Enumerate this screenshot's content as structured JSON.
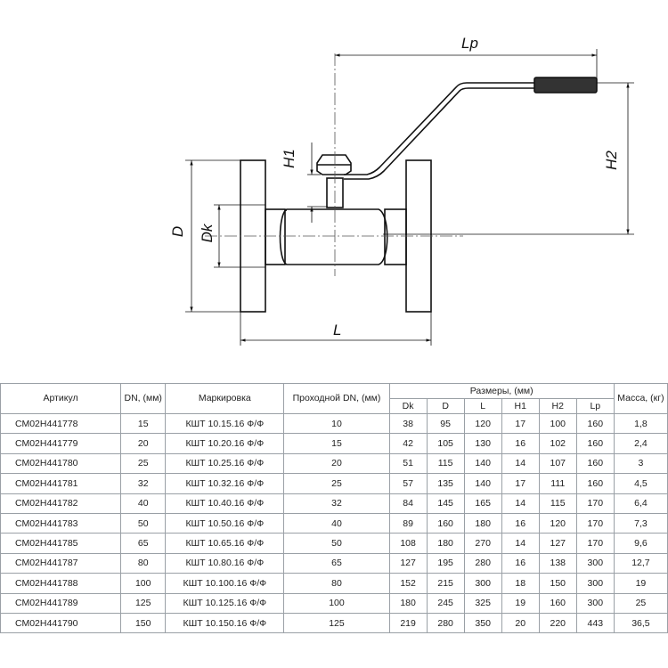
{
  "drawing": {
    "labels": {
      "Lp": "Lp",
      "H1": "H1",
      "H2": "H2",
      "D": "D",
      "Dk": "Dk",
      "L": "L"
    }
  },
  "table": {
    "headers": {
      "article": "Артикул",
      "dn": "DN, (мм)",
      "marking": "Маркировка",
      "passage": "Проходной DN, (мм)",
      "sizes": "Размеры, (мм)",
      "mass": "Масса, (кг)"
    },
    "size_headers": [
      "Dk",
      "D",
      "L",
      "H1",
      "H2",
      "Lp"
    ],
    "rows": [
      {
        "article": "СМ02Н441778",
        "dn": "15",
        "marking": "КШТ 10.15.16 Ф/Ф",
        "passage": "10",
        "dk": "38",
        "d": "95",
        "l": "120",
        "h1": "17",
        "h2": "100",
        "lp": "160",
        "mass": "1,8"
      },
      {
        "article": "СМ02Н441779",
        "dn": "20",
        "marking": "КШТ 10.20.16 Ф/Ф",
        "passage": "15",
        "dk": "42",
        "d": "105",
        "l": "130",
        "h1": "16",
        "h2": "102",
        "lp": "160",
        "mass": "2,4"
      },
      {
        "article": "СМ02Н441780",
        "dn": "25",
        "marking": "КШТ 10.25.16 Ф/Ф",
        "passage": "20",
        "dk": "51",
        "d": "115",
        "l": "140",
        "h1": "14",
        "h2": "107",
        "lp": "160",
        "mass": "3"
      },
      {
        "article": "СМ02Н441781",
        "dn": "32",
        "marking": "КШТ 10.32.16 Ф/Ф",
        "passage": "25",
        "dk": "57",
        "d": "135",
        "l": "140",
        "h1": "17",
        "h2": "111",
        "lp": "160",
        "mass": "4,5"
      },
      {
        "article": "СМ02Н441782",
        "dn": "40",
        "marking": "КШТ 10.40.16 Ф/Ф",
        "passage": "32",
        "dk": "84",
        "d": "145",
        "l": "165",
        "h1": "14",
        "h2": "115",
        "lp": "170",
        "mass": "6,4"
      },
      {
        "article": "СМ02Н441783",
        "dn": "50",
        "marking": "КШТ 10.50.16 Ф/Ф",
        "passage": "40",
        "dk": "89",
        "d": "160",
        "l": "180",
        "h1": "16",
        "h2": "120",
        "lp": "170",
        "mass": "7,3"
      },
      {
        "article": "СМ02Н441785",
        "dn": "65",
        "marking": "КШТ 10.65.16 Ф/Ф",
        "passage": "50",
        "dk": "108",
        "d": "180",
        "l": "270",
        "h1": "14",
        "h2": "127",
        "lp": "170",
        "mass": "9,6"
      },
      {
        "article": "СМ02Н441787",
        "dn": "80",
        "marking": "КШТ 10.80.16 Ф/Ф",
        "passage": "65",
        "dk": "127",
        "d": "195",
        "l": "280",
        "h1": "16",
        "h2": "138",
        "lp": "300",
        "mass": "12,7"
      },
      {
        "article": "СМ02Н441788",
        "dn": "100",
        "marking": "КШТ 10.100.16 Ф/Ф",
        "passage": "80",
        "dk": "152",
        "d": "215",
        "l": "300",
        "h1": "18",
        "h2": "150",
        "lp": "300",
        "mass": "19"
      },
      {
        "article": "СМ02Н441789",
        "dn": "125",
        "marking": "КШТ 10.125.16 Ф/Ф",
        "passage": "100",
        "dk": "180",
        "d": "245",
        "l": "325",
        "h1": "19",
        "h2": "160",
        "lp": "300",
        "mass": "25"
      },
      {
        "article": "СМ02Н441790",
        "dn": "150",
        "marking": "КШТ 10.150.16 Ф/Ф",
        "passage": "125",
        "dk": "219",
        "d": "280",
        "l": "350",
        "h1": "20",
        "h2": "220",
        "lp": "443",
        "mass": "36,5"
      }
    ]
  }
}
